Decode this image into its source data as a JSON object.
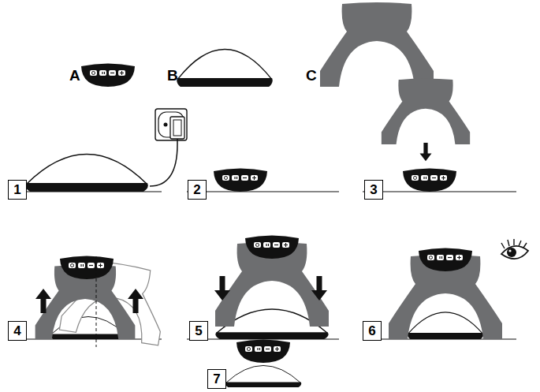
{
  "diagram": {
    "nodes": [
      {
        "text": [
          "1"
        ]
      },
      {
        "text": [
          "2"
        ]
      },
      {
        "text": [
          "3"
        ]
      },
      {
        "text": [
          "4"
        ]
      },
      {
        "text": [
          "5"
        ]
      },
      {
        "text": [
          "6"
        ]
      },
      {
        "text": [
          "7"
        ]
      }
    ],
    "labels": [
      "A",
      "B",
      "C"
    ]
  }
}
